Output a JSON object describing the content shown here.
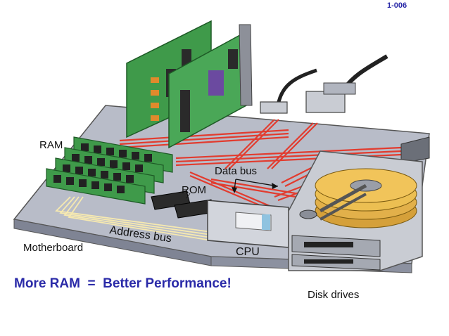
{
  "corner_text": "1-006",
  "labels": {
    "ram": "RAM",
    "data_bus": "Data bus",
    "rom": "ROM",
    "address_bus": "Address bus",
    "motherboard": "Motherboard",
    "cpu": "CPU",
    "disk_drives": "Disk drives"
  },
  "headline": "More RAM  =  Better Performance!",
  "colors": {
    "headline": "#2a2aa8",
    "bus": "#e23b2e",
    "board": "#b8bcc8",
    "card": "#3f9a4a",
    "platter": "#f1c45a"
  }
}
